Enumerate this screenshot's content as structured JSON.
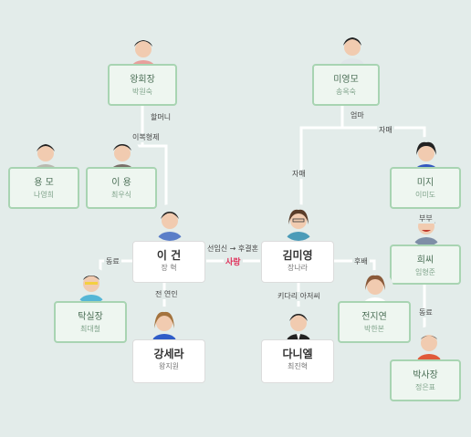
{
  "characters": {
    "wang": {
      "name": "왕회장",
      "actor": "박원숙"
    },
    "mi_mo": {
      "name": "미영모",
      "actor": "송옥숙"
    },
    "yongmo": {
      "name": "용 모",
      "actor": "나영희"
    },
    "lee_yong": {
      "name": "이 용",
      "actor": "최우식"
    },
    "miji": {
      "name": "미지",
      "actor": "이미도"
    },
    "lee_geon": {
      "name": "이 건",
      "actor": "장 혁"
    },
    "kim_miyoung": {
      "name": "김미영",
      "actor": "장나라"
    },
    "huissi": {
      "name": "희씨",
      "actor": "임형준"
    },
    "tak": {
      "name": "탁실장",
      "actor": "최대철"
    },
    "jeonjiyeon": {
      "name": "전지연",
      "actor": "박한본"
    },
    "kang": {
      "name": "강세라",
      "actor": "왕지원"
    },
    "daniel": {
      "name": "다니엘",
      "actor": "최진혁"
    },
    "park": {
      "name": "박사장",
      "actor": "정은표"
    }
  },
  "relations": {
    "grandmother": "할머니",
    "cousin": "이복형제",
    "mother": "엄마",
    "sister": "자매",
    "sister2": "자매",
    "couple": "부부",
    "colleague1": "동료",
    "colleague2": "동료",
    "arranged": "선임신 → 후결혼",
    "love": "사랑",
    "ex": "전 연인",
    "friend": "후배",
    "kidari": "키다리 아저씨"
  },
  "colors": {
    "background": "#e3ecea",
    "line": "#ffffff",
    "box_border": "#a8d4b2",
    "love": "#e0305a"
  }
}
